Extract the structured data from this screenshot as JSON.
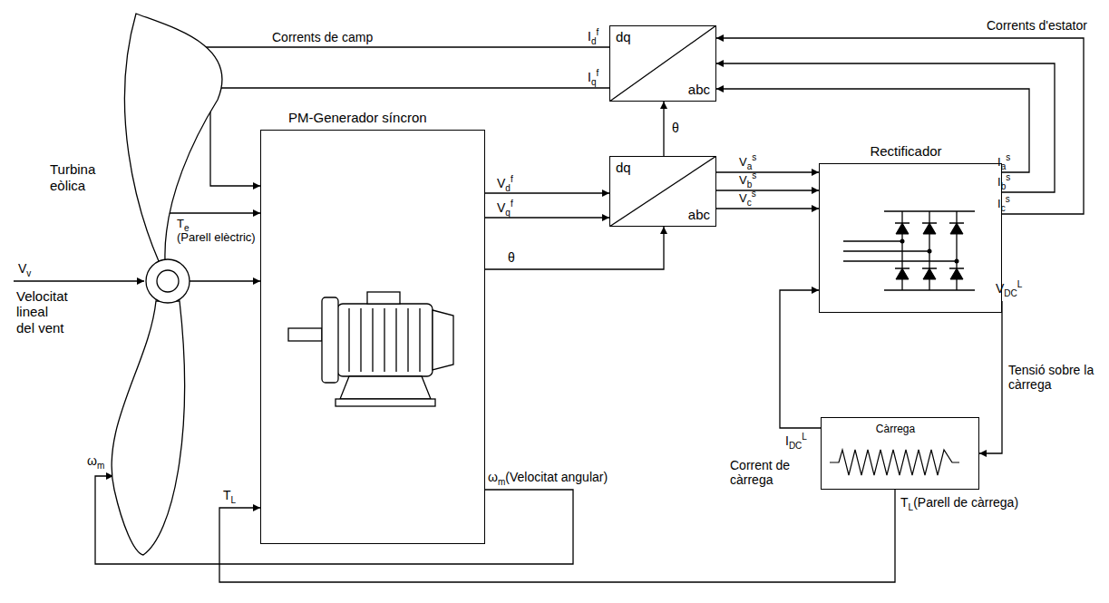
{
  "diagram": {
    "nodes": [
      {
        "text": [
          "dq",
          "abc"
        ]
      },
      {
        "text": [
          "Turbina eòlica"
        ]
      },
      {
        "text": [
          "PM-Generador síncron"
        ]
      },
      {
        "text": [
          "dq",
          "abc"
        ]
      },
      {
        "text": [
          "Rectificador"
        ]
      },
      {
        "text": [
          "Càrrega"
        ]
      }
    ],
    "edges": [
      {
        "from": 0,
        "to": 2,
        "arrow": "to",
        "label": "Idf"
      },
      {
        "from": 0,
        "to": 2,
        "arrow": "to",
        "label": "Iqf"
      },
      {
        "from": 1,
        "to": 2,
        "arrow": "to",
        "label": "Te (Parell elèctric)"
      },
      {
        "from": 2,
        "to": 1,
        "arrow": "to",
        "label": "ωm(Velocitat angular)"
      },
      {
        "from": 2,
        "to": 3,
        "arrow": "to",
        "label": "Vdf"
      },
      {
        "from": 2,
        "to": 3,
        "arrow": "to",
        "label": "Vqf"
      },
      {
        "from": 2,
        "to": 3,
        "arrow": "to",
        "label": "θ"
      },
      {
        "from": 3,
        "to": 0,
        "arrow": "to",
        "label": "θ"
      },
      {
        "from": 3,
        "to": 4,
        "arrow": "to",
        "label": "Vas"
      },
      {
        "from": 3,
        "to": 4,
        "arrow": "to",
        "label": "Vbs"
      },
      {
        "from": 3,
        "to": 4,
        "arrow": "to",
        "label": "Vcs"
      },
      {
        "from": 4,
        "to": 0,
        "arrow": "to",
        "label": "Ias"
      },
      {
        "from": 4,
        "to": 0,
        "arrow": "to",
        "label": "Ibs"
      },
      {
        "from": 4,
        "to": 0,
        "arrow": "to",
        "label": "Ics"
      },
      {
        "from": 4,
        "to": 5,
        "arrow": "to",
        "label": "VDCL"
      },
      {
        "from": 5,
        "to": 4,
        "arrow": "to",
        "label": "IDCL"
      },
      {
        "from": 5,
        "to": 2,
        "arrow": "to",
        "label": "TL(Parell de càrrega)"
      }
    ],
    "labels": [
      "Corrents de camp",
      "Corrents d'estator",
      "Vv",
      "Velocitat lineal del vent",
      "ωm",
      "TL",
      "Tensió sobre la càrrega",
      "Corrent de càrrega"
    ]
  }
}
